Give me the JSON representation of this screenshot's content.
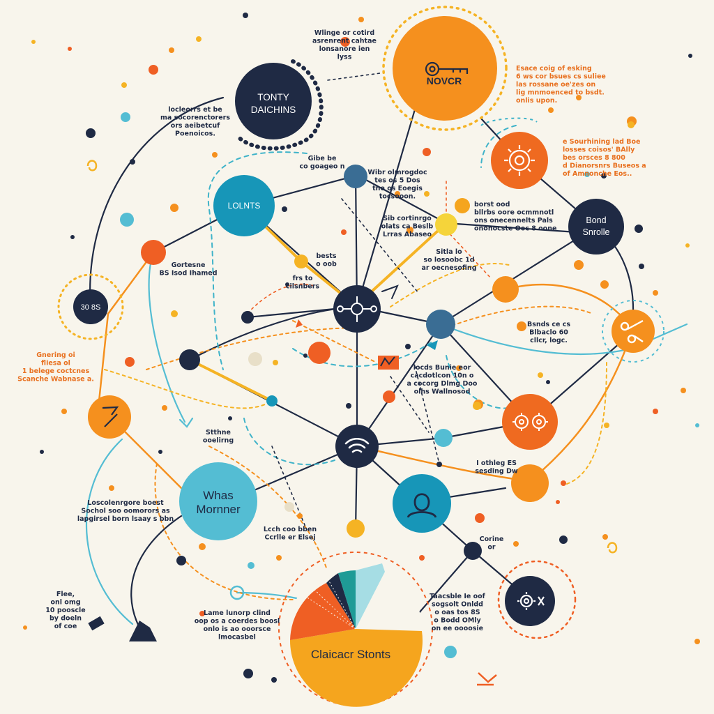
{
  "nodes": {
    "tonty": {
      "title_line1": "TONTY",
      "title_line2": "DAICHINS"
    },
    "novcr": {
      "title": "NOVCR"
    },
    "lolnts": {
      "title": "LOLNTS"
    },
    "bond": {
      "title_line1": "Bond",
      "title_line2": "Snrolle"
    },
    "s30": {
      "title": "30 8S"
    },
    "whas": {
      "title_line1": "Whas",
      "title_line2": "Mornner"
    },
    "pie": {
      "title": "Claicacr Stonts"
    }
  },
  "annotations": [
    {
      "id": "ann-top-center",
      "color": "#1f2a44",
      "lines": [
        "Wlinge or cotird",
        "asrenrent cahtae",
        "lonsanore ien",
        "lyss"
      ]
    },
    {
      "id": "ann-top-left",
      "color": "#1f2a44",
      "lines": [
        "locleorrs et be",
        "ma socorenctorers",
        "ors aeibetcuf",
        "Poenoicos."
      ]
    },
    {
      "id": "ann-top-right",
      "color": "#e8701f",
      "lines": [
        "Esace coig of esking",
        "6 ws cor bsues cs suliee",
        "las rossane oe'zes on",
        "lig mnmoenced to bsdt.",
        "onlis upon."
      ]
    },
    {
      "id": "ann-right-orange",
      "color": "#e8701f",
      "lines": [
        "e Sourhining lad Boe",
        "losses coisos' BAlly",
        "bes orsces 8 800",
        "d Dianorsnrs Buseos a",
        "of Amnonche Eos.."
      ]
    },
    {
      "id": "ann-center-small",
      "color": "#1f2a44",
      "lines": [
        "Gibe be",
        "co goageo n"
      ]
    },
    {
      "id": "ann-center-right",
      "color": "#1f2a44",
      "lines": [
        "Wibr olmrogdoc",
        "tes os 5 Dos",
        "tne os Eoegis",
        "tocsooon."
      ]
    },
    {
      "id": "ann-mid-right",
      "color": "#1f2a44",
      "lines": [
        "borst ood",
        "bllrbs oore ocmmnotl",
        "ons onecennelts Pals",
        "ononocste Ooc 8 oone"
      ]
    },
    {
      "id": "ann-lower-center-right",
      "color": "#1f2a44",
      "lines": [
        "Sib cortinrgo",
        "olats ca Beslb",
        "Lrras Abaseo"
      ]
    },
    {
      "id": "ann-sitla",
      "color": "#1f2a44",
      "lines": [
        "Sitla lo",
        "so losoobc 1d",
        "ar oecnesofing"
      ]
    },
    {
      "id": "ann-bests",
      "color": "#1f2a44",
      "lines": [
        "bests",
        "o oob"
      ]
    },
    {
      "id": "ann-frs-to",
      "color": "#1f2a44",
      "lines": [
        "frs to",
        "cilsnbers"
      ]
    },
    {
      "id": "ann-cortese",
      "color": "#1f2a44",
      "lines": [
        "Gortesne",
        "BS Isod Ihamed"
      ]
    },
    {
      "id": "ann-left-orange",
      "color": "#e8701f",
      "lines": [
        "Gnering oi",
        "fliesa ol",
        "1 belege coctcnes",
        "Scanche Wabnase a."
      ]
    },
    {
      "id": "ann-bsnds",
      "color": "#1f2a44",
      "lines": [
        "Bsnds ce cs",
        "Blbaclo 60",
        "cllcr, logc."
      ]
    },
    {
      "id": "ann-center-lower",
      "color": "#1f2a44",
      "lines": [
        "locds Bunie eor",
        "cacdotlcon 10n o",
        "a cocorg Dlmg Doo",
        "olhs Wallnosod"
      ]
    },
    {
      "id": "ann-stthe",
      "color": "#1f2a44",
      "lines": [
        "Stthne",
        "ooelirng"
      ]
    },
    {
      "id": "ann-lolising",
      "color": "#1f2a44",
      "lines": [
        "I othleg ES",
        "sesding Dw"
      ]
    },
    {
      "id": "ann-left-lower",
      "color": "#1f2a44",
      "lines": [
        "Loscolenrgore boest",
        "Sochol soo oomorors as",
        "lapgirsel born lsaay s bbn"
      ]
    },
    {
      "id": "ann-lcch",
      "color": "#1f2a44",
      "lines": [
        "Lcch coo bben",
        "Ccrlle er Elsej"
      ]
    },
    {
      "id": "ann-corine",
      "color": "#1f2a44",
      "lines": [
        "Corine",
        "or"
      ]
    },
    {
      "id": "ann-flee",
      "color": "#1f2a44",
      "lines": [
        "Flee,",
        "onl omg",
        "10 pooscle",
        "by doeln",
        "of coe"
      ]
    },
    {
      "id": "ann-lame",
      "color": "#1f2a44",
      "lines": [
        "Lame lunorp clind",
        "oop os a coerdes boosl",
        "onlo is ao ooorsce",
        "lmocasbel"
      ]
    },
    {
      "id": "ann-taacsble",
      "color": "#1f2a44",
      "lines": [
        "Taacsble Ie oof",
        "sogsolt Onldd",
        "o oas tos 8S",
        "o Bodd OMly",
        "on ee oooosie"
      ]
    }
  ],
  "colors": {
    "background": "#f8f5ec",
    "navy": "#1f2a44",
    "orange": "#f5901e",
    "deep_orange": "#ef5f24",
    "teal": "#1796b8",
    "light_teal": "#54bdd3",
    "yellow": "#f5b324",
    "steel_blue": "#3a6d94"
  },
  "icons": [
    "key-icon",
    "gear-icon",
    "wifi-icon",
    "person-icon",
    "scissors-icon",
    "compass-icon",
    "lightning-icon",
    "chart-icon"
  ]
}
